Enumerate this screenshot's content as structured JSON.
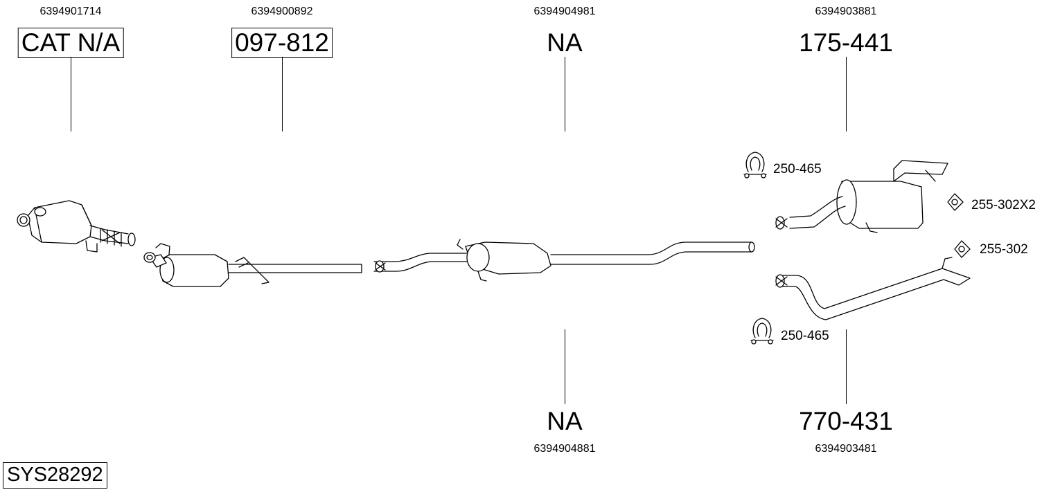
{
  "parts": [
    {
      "id": "cat",
      "part_number": "6394901714",
      "code": "CAT N/A",
      "boxed": true
    },
    {
      "id": "dpf",
      "part_number": "6394900892",
      "code": "097-812",
      "boxed": true
    },
    {
      "id": "front-mid-pipe",
      "part_number": "6394904981",
      "code": "NA",
      "boxed": false
    },
    {
      "id": "rear-silencer",
      "part_number": "6394903881",
      "code": "175-441",
      "boxed": false
    },
    {
      "id": "center-pipe",
      "part_number": "6394904881",
      "code": "NA",
      "boxed": false
    },
    {
      "id": "tail-pipe",
      "part_number": "6394903481",
      "code": "770-431",
      "boxed": false
    }
  ],
  "accessories": [
    {
      "id": "clamp-upper",
      "code": "250-465",
      "icon": "clamp-icon"
    },
    {
      "id": "rubber-mount-upper",
      "code": "255-302X2",
      "icon": "rubber-mount-icon"
    },
    {
      "id": "rubber-mount-lower",
      "code": "255-302",
      "icon": "rubber-mount-icon"
    },
    {
      "id": "clamp-lower",
      "code": "250-465",
      "icon": "clamp-icon"
    }
  ],
  "system_id": "SYS28292"
}
